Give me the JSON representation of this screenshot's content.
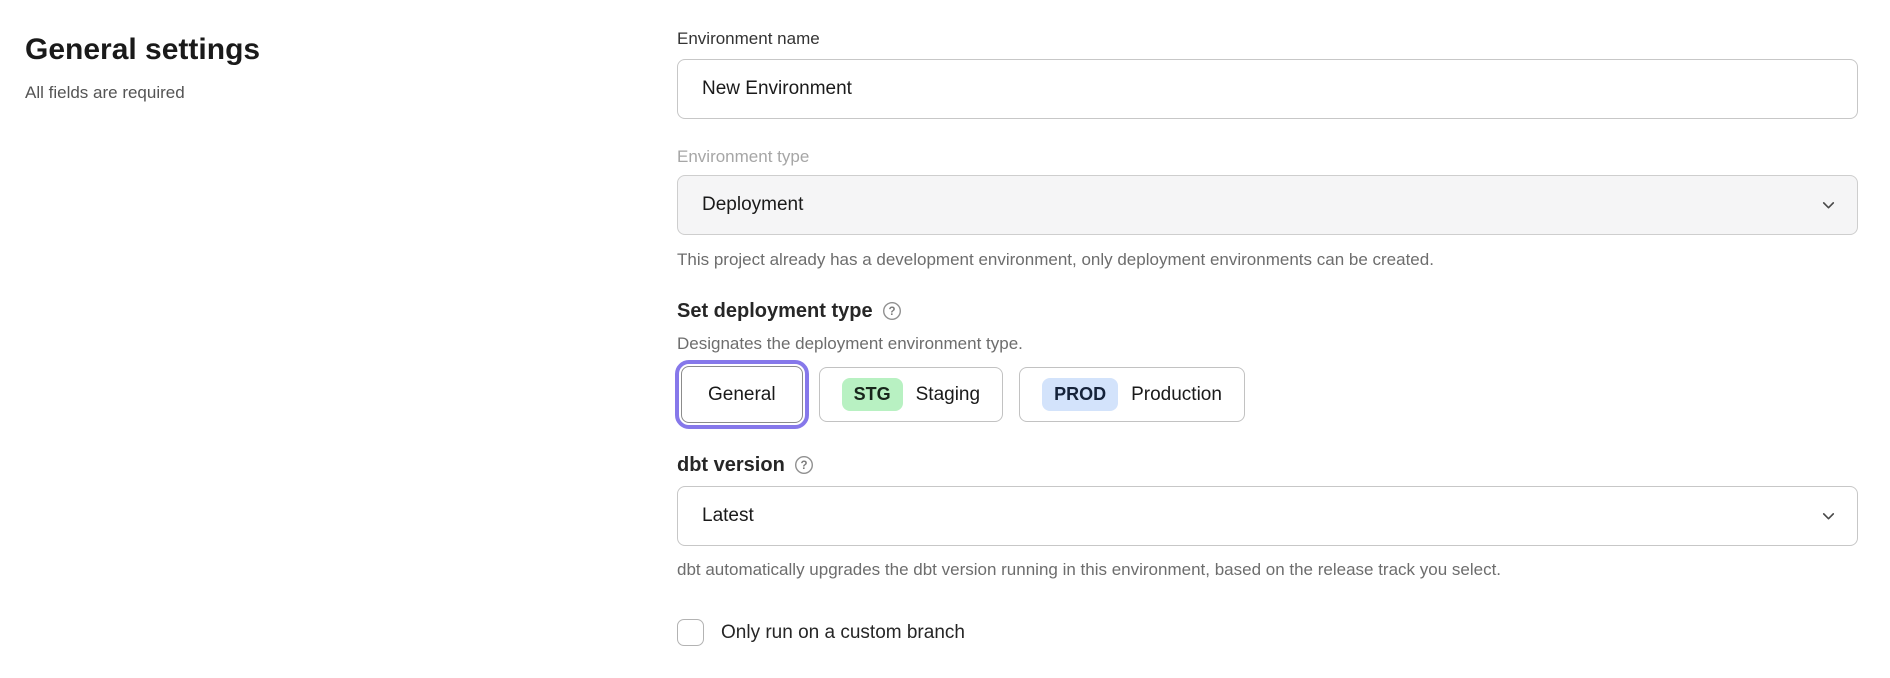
{
  "page": {
    "title": "General settings",
    "subtitle": "All fields are required"
  },
  "form": {
    "environment_name": {
      "label": "Environment name",
      "value": "New Environment"
    },
    "environment_type": {
      "label": "Environment type",
      "value": "Deployment",
      "helper": "This project already has a development environment, only deployment environments can be created.",
      "disabled": true
    },
    "deployment_type": {
      "label": "Set deployment type",
      "description": "Designates the deployment environment type.",
      "options": [
        {
          "label": "General",
          "selected": true
        },
        {
          "badge": "STG",
          "label": "Staging",
          "badge_color": "#b8f1c2"
        },
        {
          "badge": "PROD",
          "label": "Production",
          "badge_color": "#d3e3fb"
        }
      ]
    },
    "dbt_version": {
      "label": "dbt version",
      "value": "Latest",
      "helper": "dbt automatically upgrades the dbt version running in this environment, based on the release track you select."
    },
    "custom_branch": {
      "label": "Only run on a custom branch",
      "checked": false
    }
  },
  "icons": {
    "help": "question-mark-circle",
    "select_chevron": "chevron-down"
  },
  "colors": {
    "accent_ring": "#8678ea",
    "stg_badge": "#b8f1c2",
    "prod_badge": "#d3e3fb",
    "disabled_field_bg": "#f5f5f6"
  }
}
